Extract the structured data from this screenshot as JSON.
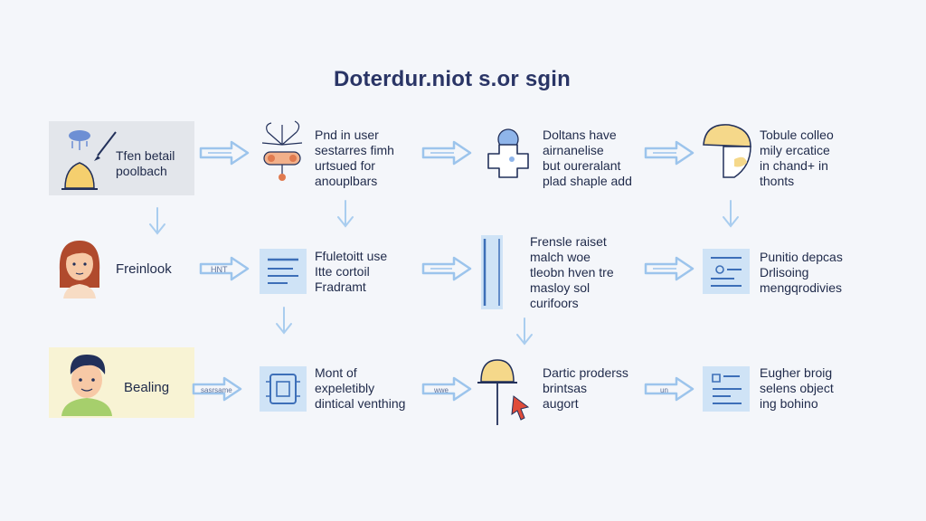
{
  "title": "Doterdur.niot s.or sgin",
  "nodes": {
    "r1c1": {
      "lines": [
        "Tfen betail",
        "poolbach"
      ]
    },
    "r1c2": {
      "lines": [
        "Pnd in user",
        "sestarres fimh",
        "urtsued for",
        "anouplbars"
      ]
    },
    "r1c3": {
      "lines": [
        "Doltans have",
        "airnanelise",
        "but oureralant",
        "plad shaple add"
      ]
    },
    "r1c4": {
      "lines": [
        "Tobule colleo",
        "mily ercatice",
        "in chand+ in",
        "thonts"
      ]
    },
    "r2c1": {
      "lines": [
        "Freinlook"
      ]
    },
    "r2c2": {
      "lines": [
        "Ffuletoitt use",
        "Itte cortoil",
        "Fradramt"
      ]
    },
    "r2c3": {
      "lines": [
        "Frensle raiset",
        "malch woe",
        "tleobn hven tre",
        "masloy sol",
        "curifoors"
      ]
    },
    "r2c4": {
      "lines": [
        "Punitio depcas",
        "Drlisoing",
        "mengqrodivies"
      ]
    },
    "r3c1": {
      "lines": [
        "Bealing"
      ]
    },
    "r3c2": {
      "lines": [
        "Mont of",
        "expeletibly",
        "dintical venthing"
      ]
    },
    "r3c3": {
      "lines": [
        "Dartic proderss",
        "brintsas",
        "augort"
      ]
    },
    "r3c4": {
      "lines": [
        "Eugher broig",
        "selens object",
        "ing bohino"
      ]
    }
  },
  "arrow_labels": {
    "r2a1": "HNT",
    "r3a1": "sasrsame",
    "r3a2": "wwe",
    "r3a3": "un"
  },
  "colors": {
    "arrow": "#9cc4ec",
    "tile": "#cfe3f6",
    "tile_line": "#3d6fb8",
    "yellow": "#f5cf6e",
    "panel_gray": "#e3e6eb",
    "panel_yellow": "#f8f3d4"
  }
}
